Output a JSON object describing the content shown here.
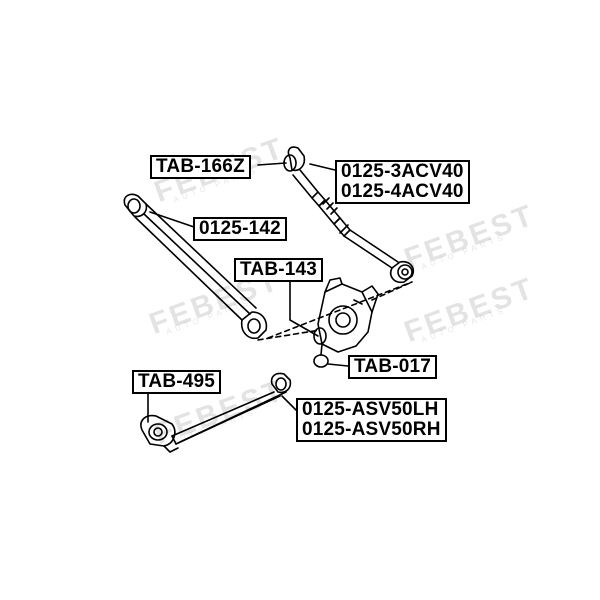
{
  "labels": {
    "tab_166z": "TAB-166Z",
    "acv40": [
      "0125-3ACV40",
      "0125-4ACV40"
    ],
    "p0125_142": "0125-142",
    "tab_143": "TAB-143",
    "tab_017": "TAB-017",
    "tab_495": "TAB-495",
    "asv50": [
      "0125-ASV50LH",
      "0125-ASV50RH"
    ]
  },
  "watermark": {
    "brand": "FEBEST",
    "subtext": "AUTO PARTS"
  },
  "colors": {
    "line": "#000000",
    "watermark": "#cfcfcf",
    "label_border": "#000000",
    "background": "#ffffff"
  }
}
